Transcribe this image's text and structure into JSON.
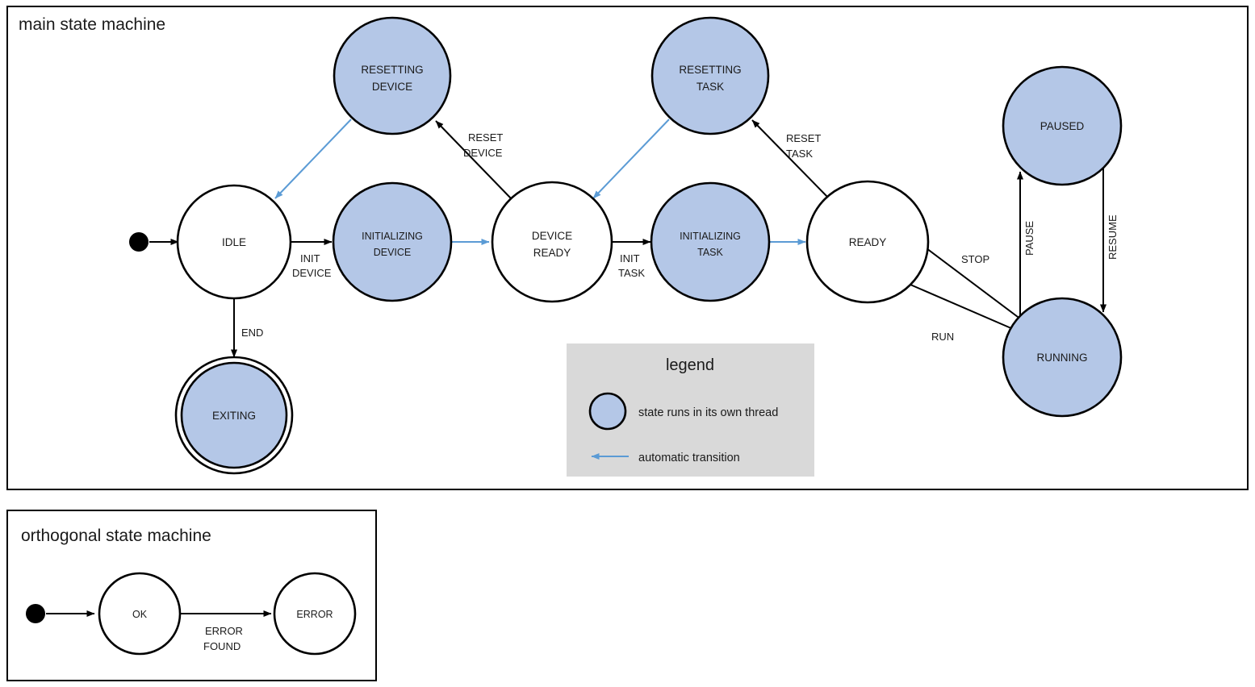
{
  "colors": {
    "thread_state_fill": "#b4c7e7",
    "plain_state_fill": "#ffffff",
    "stroke": "#000000",
    "auto_transition": "#5b9bd5",
    "legend_background": "#d9d9d9",
    "page_background": "#ffffff"
  },
  "main_machine": {
    "title": "main state machine",
    "states": [
      {
        "id": "idle",
        "label_line1": "IDLE",
        "label_line2": "",
        "thread": false,
        "final": false
      },
      {
        "id": "resetting-device",
        "label_line1": "RESETTING",
        "label_line2": "DEVICE",
        "thread": true,
        "final": false
      },
      {
        "id": "initializing-device",
        "label_line1": "INITIALIZING",
        "label_line2": "DEVICE",
        "thread": true,
        "final": false
      },
      {
        "id": "device-ready",
        "label_line1": "DEVICE",
        "label_line2": "READY",
        "thread": false,
        "final": false
      },
      {
        "id": "resetting-task",
        "label_line1": "RESETTING",
        "label_line2": "TASK",
        "thread": true,
        "final": false
      },
      {
        "id": "initializing-task",
        "label_line1": "INITIALIZING",
        "label_line2": "TASK",
        "thread": true,
        "final": false
      },
      {
        "id": "ready",
        "label_line1": "READY",
        "label_line2": "",
        "thread": false,
        "final": false
      },
      {
        "id": "paused",
        "label_line1": "PAUSED",
        "label_line2": "",
        "thread": true,
        "final": false
      },
      {
        "id": "running",
        "label_line1": "RUNNING",
        "label_line2": "",
        "thread": true,
        "final": false
      },
      {
        "id": "exiting",
        "label_line1": "EXITING",
        "label_line2": "",
        "thread": true,
        "final": true
      }
    ],
    "transitions": [
      {
        "id": "start-idle",
        "from": "start",
        "to": "idle",
        "label_line1": "",
        "label_line2": "",
        "automatic": false
      },
      {
        "id": "idle-initializing-device",
        "from": "idle",
        "to": "initializing-device",
        "label_line1": "INIT",
        "label_line2": "DEVICE",
        "automatic": false
      },
      {
        "id": "idle-exiting",
        "from": "idle",
        "to": "exiting",
        "label_line1": "END",
        "label_line2": "",
        "automatic": false
      },
      {
        "id": "resetting-device-idle",
        "from": "resetting-device",
        "to": "idle",
        "label_line1": "",
        "label_line2": "",
        "automatic": true
      },
      {
        "id": "initdev-device-ready",
        "from": "initializing-device",
        "to": "device-ready",
        "label_line1": "",
        "label_line2": "",
        "automatic": true
      },
      {
        "id": "device-ready-resetdev",
        "from": "device-ready",
        "to": "resetting-device",
        "label_line1": "RESET",
        "label_line2": "DEVICE",
        "automatic": false
      },
      {
        "id": "device-ready-inittask",
        "from": "device-ready",
        "to": "initializing-task",
        "label_line1": "INIT",
        "label_line2": "TASK",
        "automatic": false
      },
      {
        "id": "resetting-task-devready",
        "from": "resetting-task",
        "to": "device-ready",
        "label_line1": "",
        "label_line2": "",
        "automatic": true
      },
      {
        "id": "inittask-ready",
        "from": "initializing-task",
        "to": "ready",
        "label_line1": "",
        "label_line2": "",
        "automatic": true
      },
      {
        "id": "ready-resetting-task",
        "from": "ready",
        "to": "resetting-task",
        "label_line1": "RESET",
        "label_line2": "TASK",
        "automatic": false
      },
      {
        "id": "ready-running",
        "from": "ready",
        "to": "running",
        "label_line1": "RUN",
        "label_line2": "",
        "automatic": false
      },
      {
        "id": "running-ready",
        "from": "running",
        "to": "ready",
        "label_line1": "STOP",
        "label_line2": "",
        "automatic": false
      },
      {
        "id": "running-paused",
        "from": "running",
        "to": "paused",
        "label_line1": "PAUSE",
        "label_line2": "",
        "automatic": false
      },
      {
        "id": "paused-running",
        "from": "paused",
        "to": "running",
        "label_line1": "RESUME",
        "label_line2": "",
        "automatic": false
      }
    ]
  },
  "legend": {
    "title": "legend",
    "items": [
      {
        "id": "thread-state",
        "text": "state runs in its own thread",
        "symbol": "filled-circle"
      },
      {
        "id": "auto-arrow",
        "text": "automatic transition",
        "symbol": "blue-arrow-left"
      }
    ]
  },
  "orthogonal_machine": {
    "title": "orthogonal state machine",
    "states": [
      {
        "id": "ok",
        "label_line1": "OK",
        "label_line2": ""
      },
      {
        "id": "error",
        "label_line1": "ERROR",
        "label_line2": ""
      }
    ],
    "transitions": [
      {
        "id": "start-ok",
        "from": "start",
        "to": "ok",
        "label_line1": "",
        "label_line2": ""
      },
      {
        "id": "ok-error",
        "from": "ok",
        "to": "error",
        "label_line1": "ERROR",
        "label_line2": "FOUND"
      }
    ]
  }
}
